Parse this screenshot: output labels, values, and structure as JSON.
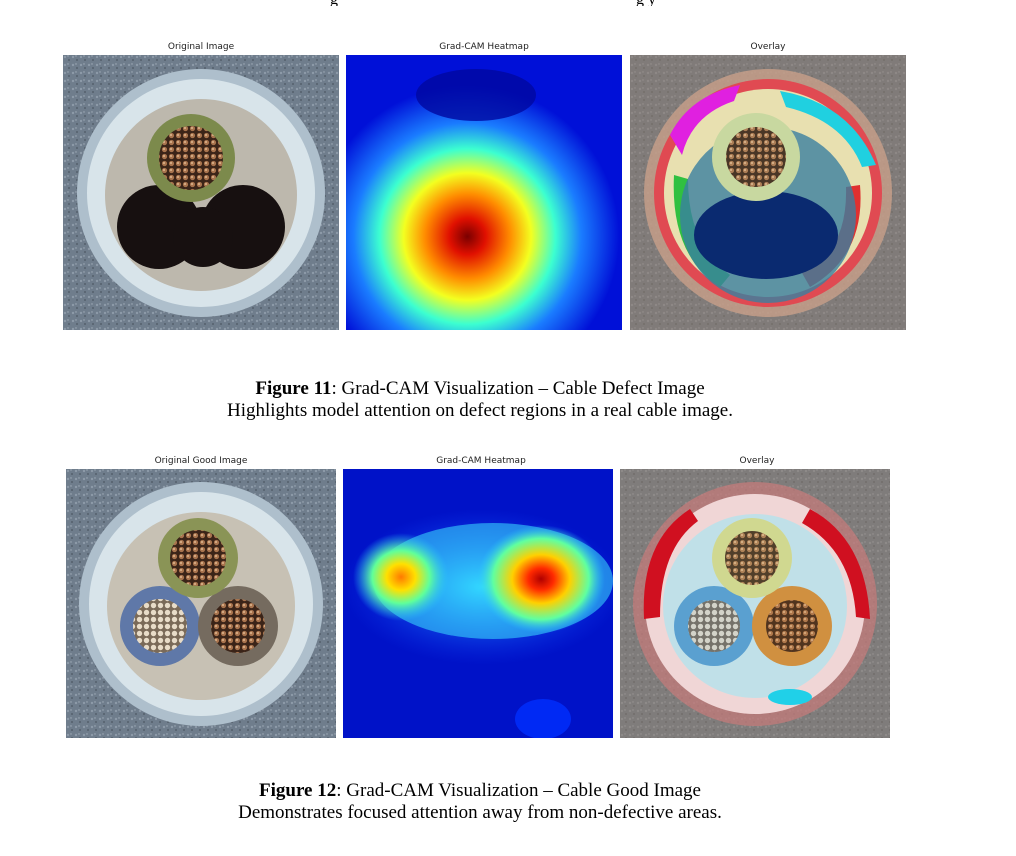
{
  "top_fragment": {
    "left": "g",
    "right": "g y"
  },
  "figure11": {
    "panels": [
      "Original Image",
      "Grad-CAM Heatmap",
      "Overlay"
    ],
    "label": "Figure 11",
    "title": ": Grad-CAM Visualization – Cable Defect Image",
    "description": "Highlights model attention on defect regions in a real cable image."
  },
  "figure12": {
    "panels": [
      "Original Good Image",
      "Grad-CAM Heatmap",
      "Overlay"
    ],
    "label": "Figure 12",
    "title": ": Grad-CAM Visualization – Cable Good Image",
    "description": "Demonstrates focused attention away from non-defective areas."
  }
}
